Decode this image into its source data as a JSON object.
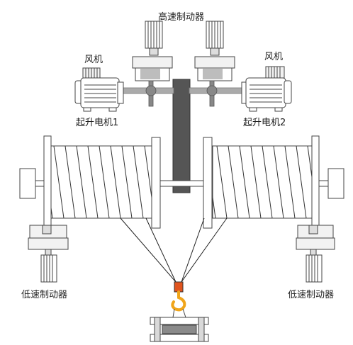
{
  "labels": {
    "high_speed_brake": "高速制动器",
    "fan_left": "风机",
    "fan_right": "风机",
    "hoist_motor_1": "起升电机1",
    "hoist_motor_2": "起升电机2",
    "low_speed_brake_left": "低速制动器",
    "low_speed_brake_right": "低速制动器"
  },
  "colors": {
    "hook": "#f0a51a",
    "hook_block": "#e0541e",
    "center_shaft": "#555555",
    "motor_fill": "#ffffff",
    "component_fill": "#f2f2f2",
    "shaft": "#aaaaaa"
  }
}
